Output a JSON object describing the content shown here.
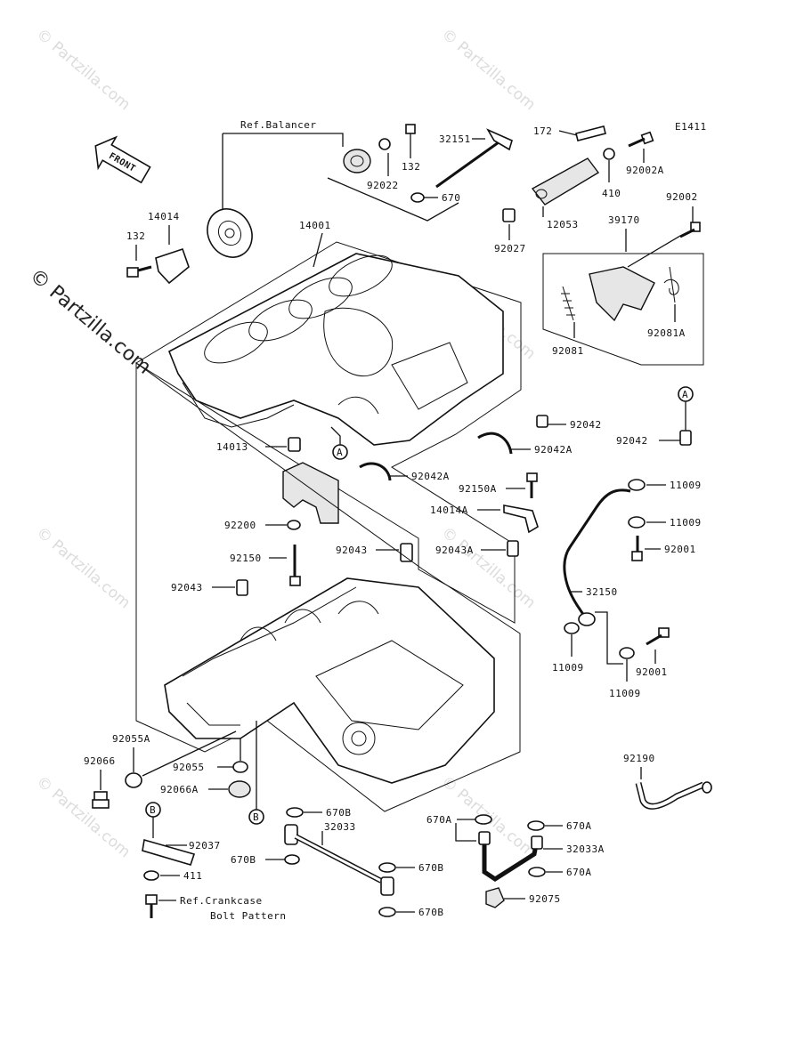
{
  "diagram": {
    "code": "E1411",
    "front_label": "FRONT",
    "watermark": "© Partzilla.com",
    "refs": {
      "balancer": "Ref.Balancer",
      "crankcase_line1": "Ref.Crankcase",
      "crankcase_line2": "Bolt Pattern"
    },
    "callouts": {
      "A": "A",
      "B": "B"
    },
    "part_numbers": [
      "132",
      "92022",
      "32151",
      "670",
      "172",
      "92002A",
      "410",
      "12053",
      "92027",
      "39170",
      "92002",
      "92081",
      "92081A",
      "14014",
      "14001",
      "92042",
      "92042A",
      "14013",
      "92150A",
      "14014A",
      "11009",
      "92200",
      "92043",
      "92043A",
      "92001",
      "92150",
      "32150",
      "92055A",
      "92066",
      "92055",
      "92066A",
      "92190",
      "670B",
      "32033",
      "670A",
      "32033A",
      "92037",
      "411",
      "92075"
    ]
  }
}
